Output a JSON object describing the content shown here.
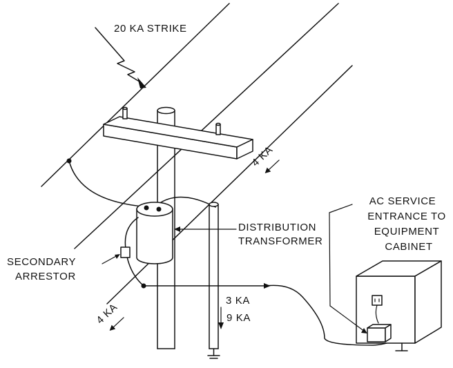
{
  "labels": {
    "strike": "20 KA STRIKE",
    "four_ka_upper": "4 KA",
    "four_ka_lower": "4 KA",
    "distribution_line1": "DISTRIBUTION",
    "distribution_line2": "TRANSFORMER",
    "secondary_line1": "SECONDARY",
    "secondary_line2": "ARRESTOR",
    "ac_line1": "AC SERVICE",
    "ac_line2": "ENTRANCE TO",
    "ac_line3": "EQUIPMENT",
    "ac_line4": "CABINET",
    "three_ka": "3 KA",
    "nine_ka": "9 KA"
  }
}
